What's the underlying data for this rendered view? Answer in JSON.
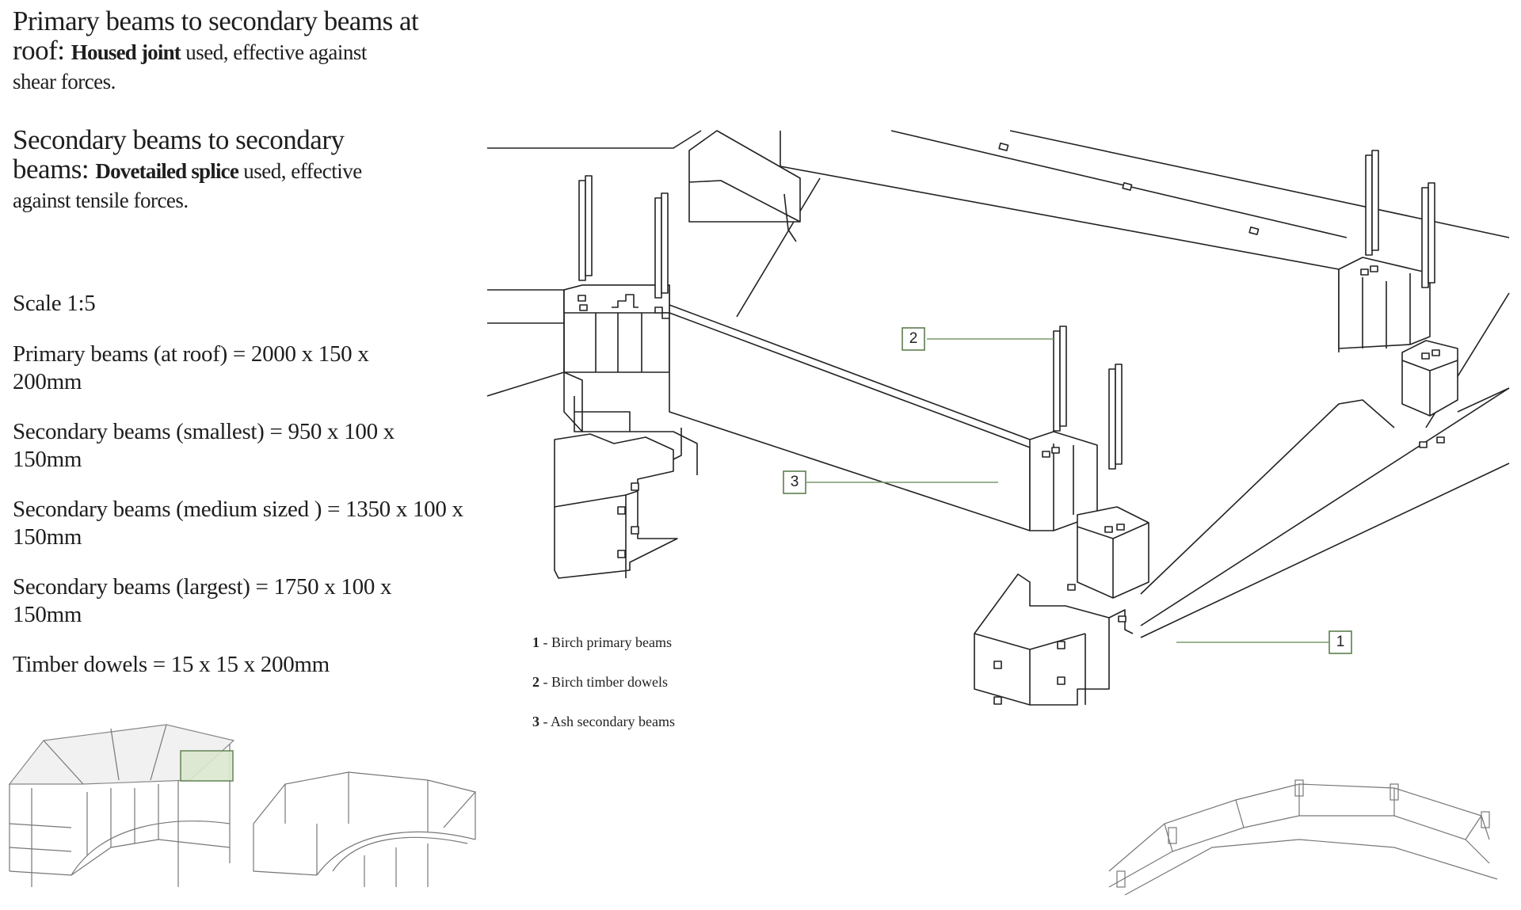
{
  "heading1": {
    "line1": "Primary beams to secondary beams at",
    "lead": "roof: ",
    "joint": "Housed joint",
    "rest1": " used, effective against",
    "rest2": "shear forces."
  },
  "heading2": {
    "line1": "Secondary beams to secondary",
    "lead": "beams: ",
    "joint": "Dovetailed splice",
    "rest1": " used, effective",
    "rest2": "against tensile forces."
  },
  "specs": {
    "scale": "Scale 1:5",
    "primary": "Primary beams (at roof) = 2000 x 150 x 200mm",
    "secondary_small": "Secondary beams (smallest) = 950 x 100 x 150mm",
    "secondary_medium": "Secondary beams (medium sized ) = 1350 x 100 x 150mm",
    "secondary_large": "Secondary beams (largest) = 1750 x 100 x 150mm",
    "dowels": "Timber dowels = 15 x 15 x 200mm"
  },
  "legend": [
    {
      "num": "1",
      "text": " - Birch primary beams"
    },
    {
      "num": "2",
      "text": " - Birch timber dowels"
    },
    {
      "num": "3",
      "text": " - Ash secondary beams"
    }
  ],
  "callouts": {
    "c1": "1",
    "c2": "2",
    "c3": "3"
  },
  "colors": {
    "accent": "#5d7f4e",
    "line": "#222222"
  }
}
